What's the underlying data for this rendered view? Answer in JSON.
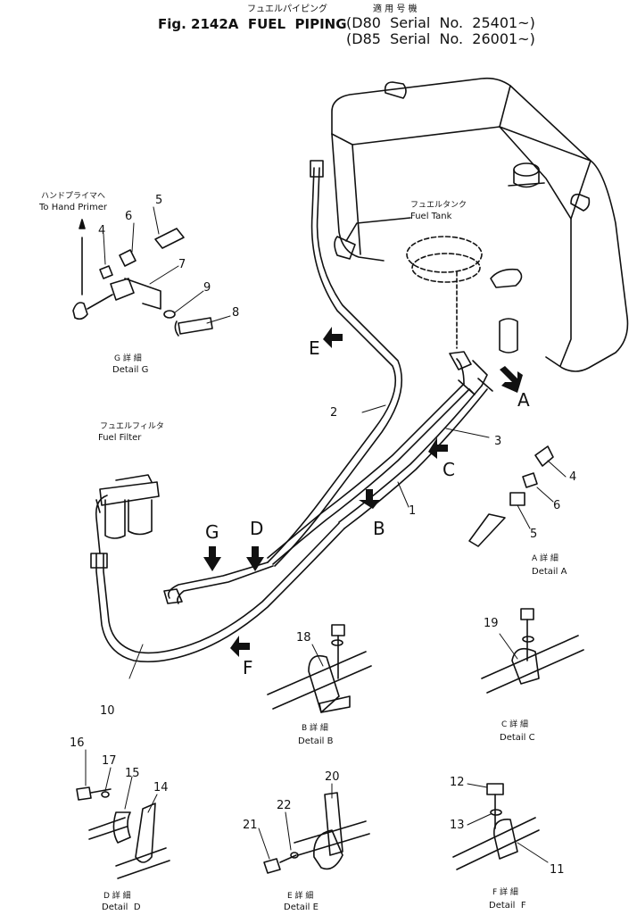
{
  "title": {
    "jp_name": "フュエルパイピング",
    "jp_applicable": "適 用 号 機",
    "fig": "Fig. 2142A  FUEL  PIPING",
    "serial_1": "(D80  Serial  No.  25401~)",
    "serial_2": "(D85  Serial  No.  26001~)"
  },
  "labels": {
    "hand_primer_jp": "ハンドプライマへ",
    "hand_primer_en": "To Hand Primer",
    "fuel_tank_jp": "フュエルタンク",
    "fuel_tank_en": "Fuel Tank",
    "fuel_filter_jp": "フュエルフィルタ",
    "fuel_filter_en": "Fuel Filter"
  },
  "details": {
    "A": {
      "jp": "A 詳 細",
      "en": "Detail A"
    },
    "B": {
      "jp": "B 詳 細",
      "en": "Detail B"
    },
    "C": {
      "jp": "C 詳 細",
      "en": "Detail C"
    },
    "D": {
      "jp": "D 詳 細",
      "en": "Detail  D"
    },
    "E": {
      "jp": "E 詳 細",
      "en": "Detail E"
    },
    "F": {
      "jp": "F 詳 細",
      "en": "Detail  F"
    },
    "G": {
      "jp": "G 詳 細",
      "en": "Detail G"
    }
  },
  "view_letters": [
    "A",
    "B",
    "C",
    "D",
    "E",
    "F",
    "G"
  ],
  "part_numbers": [
    "1",
    "2",
    "3",
    "4",
    "5",
    "6",
    "7",
    "8",
    "9",
    "10",
    "11",
    "12",
    "13",
    "14",
    "15",
    "16",
    "17",
    "18",
    "19",
    "20",
    "21",
    "22"
  ]
}
